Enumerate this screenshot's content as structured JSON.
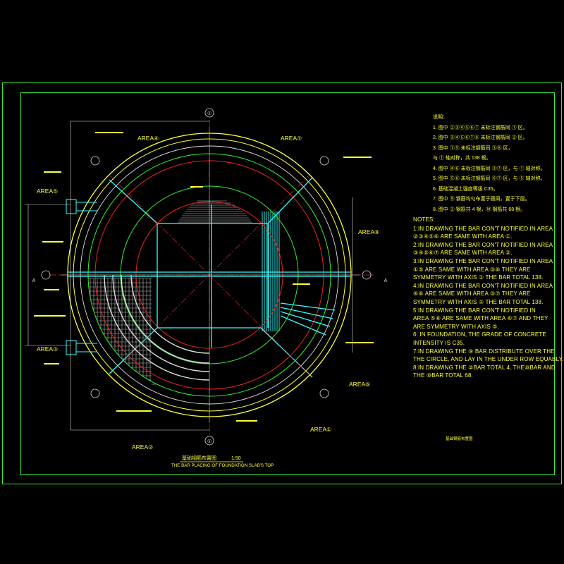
{
  "colors": {
    "background": "#000000",
    "frame": "#33ee33",
    "outer_ring": "#ffff33",
    "ring_green": "#33ee33",
    "ring_white": "#e0e0e0",
    "ring_red": "#ee2222",
    "rebar_cyan": "#33ffff",
    "rebar_gray": "#cccccc",
    "label_yellow": "#ffff33"
  },
  "drawing": {
    "axis_top": "①",
    "axis_bottom": "①",
    "axis_left": "A",
    "axis_right": "A",
    "title_cn": "基础钢筋布置图",
    "scale": "1:50",
    "title_en": "THE BAR PLACING OF FOUNDATION SLAB'S TOP",
    "stamp": "基础钢筋布置图"
  },
  "areas": [
    {
      "label": "AREA",
      "code": "④"
    },
    {
      "label": "AREA",
      "code": "⑦"
    },
    {
      "label": "AREA",
      "code": "⑤"
    },
    {
      "label": "AREA",
      "code": "⑧"
    },
    {
      "label": "AREA",
      "code": "③"
    },
    {
      "label": "AREA",
      "code": "⑥"
    },
    {
      "label": "AREA",
      "code": "②"
    },
    {
      "label": "AREA",
      "code": "①"
    }
  ],
  "cn_notes": [
    "说明：",
    "1. 图中 ②③④⑤⑥⑦ 未标注钢筋同 ① 区。",
    "2. 图中 ③④⑤⑥⑦⑧ 未标注钢筋同 ② 区。",
    "3. 图中 ①⑤ 未标注钢筋同 ③⑧ 区，",
    "   与 ① 轴对称，共 138 根。",
    "4. 图中 ④⑥ 未标注钢筋同 ③⑦ 区，与 ① 轴对称。",
    "5. 图中 ⑤⑧ 未标注钢筋同 ⑥⑦ 区，与 ⑤ 轴对称。",
    "6. 基础混凝土强度等级 C35。",
    "7. 图中 ⑨ 钢筋均匀布置于圆周，置于下层。",
    "8. 图中 ② 钢筋共 4 根，⑩ 钢筋共 68 根。"
  ],
  "notes_title": "NOTES:",
  "notes": [
    "1:IN DRAWING THE  BAR CON'T NOTIFIED IN AREA",
    "②③④⑤⑥  ARE SAME WITH AREA  ①.",
    "2:IN DRAWING THE  BAR CON'T NOTIFIED IN AREA",
    "③④⑤⑥⑦  ARE SAME WITH AREA  ②.",
    "3:IN DRAWING THE  BAR CON'T NOTIFIED IN AREA",
    "①⑤ ARE SAME WITH AREA  ③⑧    THEY ARE",
    "SYMMETRY WITH AXIS  ①    THE BAR TOTAL 138.",
    "4:IN DRAWING THE  BAR CON'T NOTIFIED IN AREA",
    "④⑥ ARE SAME WITH AREA  ③⑦    THEY ARE",
    "SYMMETRY WITH AXIS  ①  THE BAR TOTAL 138.",
    "5:IN DRAWING THE  BAR CON'T NOTIFIED IN",
    "AREA ⑤⑧ ARE SAME WITH AREA  ⑥⑦  AND THEY",
    "ARE SYMMETRY WITH AXIS  ⑤.",
    "6: IN FOUNDATION, THE GRADE OF CONCRETE",
    "INTENSITY IS C35.",
    "7:IN DRAWING THE  ⑨  BAR DISTRIBUTE OVER THE",
    "THE CIRCLE, AND LAY IN THE UNDER ROW EQUABLY.",
    "8:IN DRAWING THE  ②BAR TOTAL 4,      THE⑩BAR AND",
    "THE ⑩BAR TOTAL 68."
  ]
}
